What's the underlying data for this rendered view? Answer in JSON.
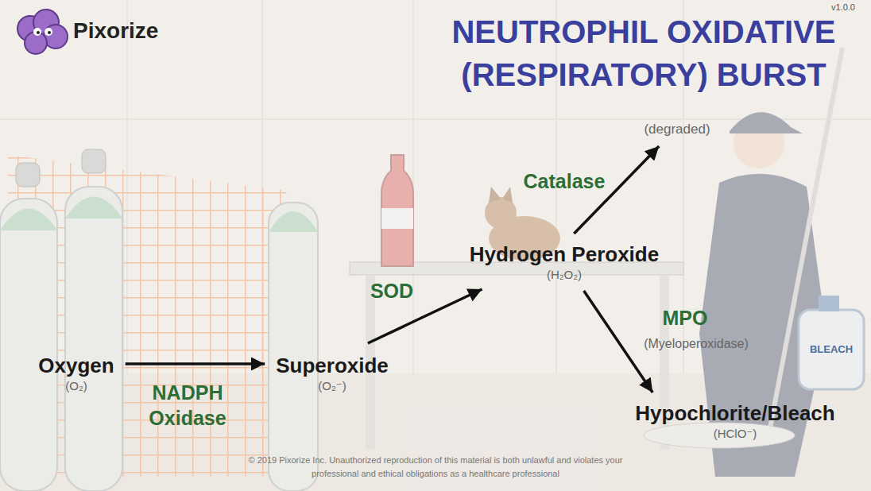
{
  "diagram": {
    "title": "NEUTROPHIL OXIDATIVE (RESPIRATORY) BURST",
    "nodes": [
      {
        "text": [
          "Oxygen",
          "(O₂)"
        ]
      },
      {
        "text": [
          "Superoxide",
          "(O₂⁻)"
        ]
      },
      {
        "text": [
          "Hydrogen Peroxide",
          "(H₂O₂)"
        ]
      },
      {
        "text": [
          "(degraded)"
        ]
      },
      {
        "text": [
          "Hypochlorite/Bleach",
          "(HClO⁻)"
        ]
      }
    ],
    "edges": [
      {
        "from": 0,
        "to": 1,
        "arrow": "to",
        "label": "NADPH Oxidase"
      },
      {
        "from": 1,
        "to": 2,
        "arrow": "to",
        "label": "SOD"
      },
      {
        "from": 2,
        "to": 3,
        "arrow": "to",
        "label": "Catalase"
      },
      {
        "from": 2,
        "to": 4,
        "arrow": "to",
        "label": "MPO"
      }
    ],
    "labels": [
      "Pixorize",
      "v1.0.0",
      "(Myeloperoxidase)",
      "BLEACH",
      "© 2019 Pixorize Inc. Unauthorized reproduction of this material is both unlawful and violates your professional and ethical obligations as a healthcare professional"
    ]
  }
}
